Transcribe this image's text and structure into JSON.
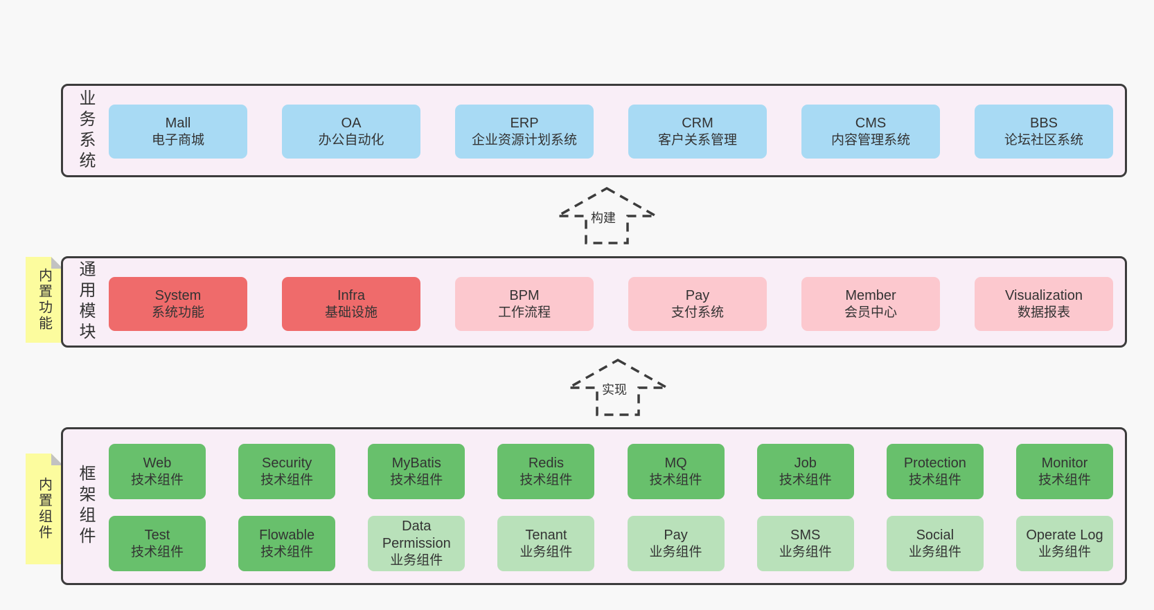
{
  "diagram": {
    "bands": [
      {
        "label": "业务系统",
        "boxes": [
          {
            "name": "Mall",
            "sub": "电子商城"
          },
          {
            "name": "OA",
            "sub": "办公自动化"
          },
          {
            "name": "ERP",
            "sub": "企业资源计划系统"
          },
          {
            "name": "CRM",
            "sub": "客户关系管理"
          },
          {
            "name": "CMS",
            "sub": "内容管理系统"
          },
          {
            "name": "BBS",
            "sub": "论坛社区系统"
          }
        ]
      },
      {
        "label": "通用模块",
        "sticky": "内置功能",
        "boxes": [
          {
            "name": "System",
            "sub": "系统功能"
          },
          {
            "name": "Infra",
            "sub": "基础设施"
          },
          {
            "name": "BPM",
            "sub": "工作流程"
          },
          {
            "name": "Pay",
            "sub": "支付系统"
          },
          {
            "name": "Member",
            "sub": "会员中心"
          },
          {
            "name": "Visualization",
            "sub": "数据报表"
          }
        ]
      },
      {
        "label": "框架组件",
        "sticky": "内置组件",
        "rows": [
          [
            {
              "name": "Web",
              "sub": "技术组件"
            },
            {
              "name": "Security",
              "sub": "技术组件"
            },
            {
              "name": "MyBatis",
              "sub": "技术组件"
            },
            {
              "name": "Redis",
              "sub": "技术组件"
            },
            {
              "name": "MQ",
              "sub": "技术组件"
            },
            {
              "name": "Job",
              "sub": "技术组件"
            },
            {
              "name": "Protection",
              "sub": "技术组件"
            },
            {
              "name": "Monitor",
              "sub": "技术组件"
            }
          ],
          [
            {
              "name": "Test",
              "sub": "技术组件"
            },
            {
              "name": "Flowable",
              "sub": "技术组件"
            },
            {
              "name": "Data Permission",
              "sub": "业务组件"
            },
            {
              "name": "Tenant",
              "sub": "业务组件"
            },
            {
              "name": "Pay",
              "sub": "业务组件"
            },
            {
              "name": "SMS",
              "sub": "业务组件"
            },
            {
              "name": "Social",
              "sub": "业务组件"
            },
            {
              "name": "Operate Log",
              "sub": "业务组件"
            }
          ]
        ]
      }
    ],
    "arrows": [
      {
        "label": "构建"
      },
      {
        "label": "实现"
      }
    ],
    "colors": {
      "business_system_box": "#a8daf4",
      "core_module_box": "#ef6b6b",
      "extension_module_box": "#fcc8ce",
      "tech_component_box": "#68c06c",
      "biz_component_box": "#b9e1ba",
      "band_background": "#f9eef7",
      "band_border": "#3c3c3c",
      "sticky_note": "#fcfc9e",
      "page_background": "#f8f8f8"
    }
  }
}
